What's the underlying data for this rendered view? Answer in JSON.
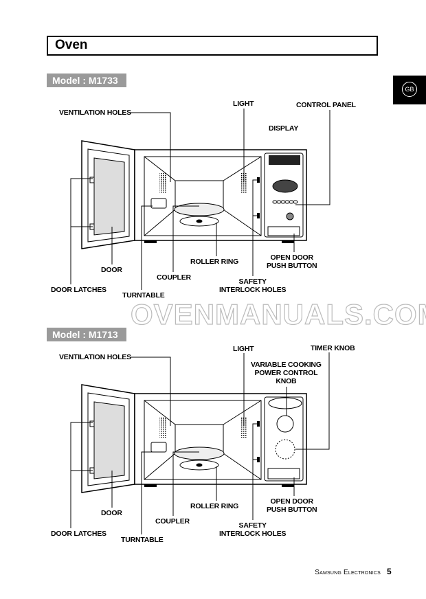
{
  "title": "Oven",
  "language_tab": "GB",
  "watermark": "OVENMANUALS.COM",
  "models": [
    {
      "name": "Model : M1733",
      "labels": {
        "ventilation_holes": "VENTILATION HOLES",
        "light": "LIGHT",
        "control_panel": "CONTROL PANEL",
        "display": "DISPLAY",
        "door": "DOOR",
        "door_latches": "DOOR LATCHES",
        "turntable": "TURNTABLE",
        "coupler": "COUPLER",
        "roller_ring": "ROLLER RING",
        "open_door": "OPEN DOOR",
        "push_button": "PUSH BUTTON",
        "safety": "SAFETY",
        "interlock_holes": "INTERLOCK HOLES"
      }
    },
    {
      "name": "Model : M1713",
      "labels": {
        "ventilation_holes": "VENTILATION HOLES",
        "light": "LIGHT",
        "timer_knob": "TIMER KNOB",
        "variable_cooking": "VARIABLE COOKING",
        "power_control": "POWER CONTROL",
        "knob": "KNOB",
        "door": "DOOR",
        "door_latches": "DOOR LATCHES",
        "turntable": "TURNTABLE",
        "coupler": "COUPLER",
        "roller_ring": "ROLLER RING",
        "open_door": "OPEN DOOR",
        "push_button": "PUSH BUTTON",
        "safety": "SAFETY",
        "interlock_holes": "INTERLOCK HOLES"
      }
    }
  ],
  "footer": {
    "brand": "Samsung Electronics",
    "page_number": "5"
  }
}
